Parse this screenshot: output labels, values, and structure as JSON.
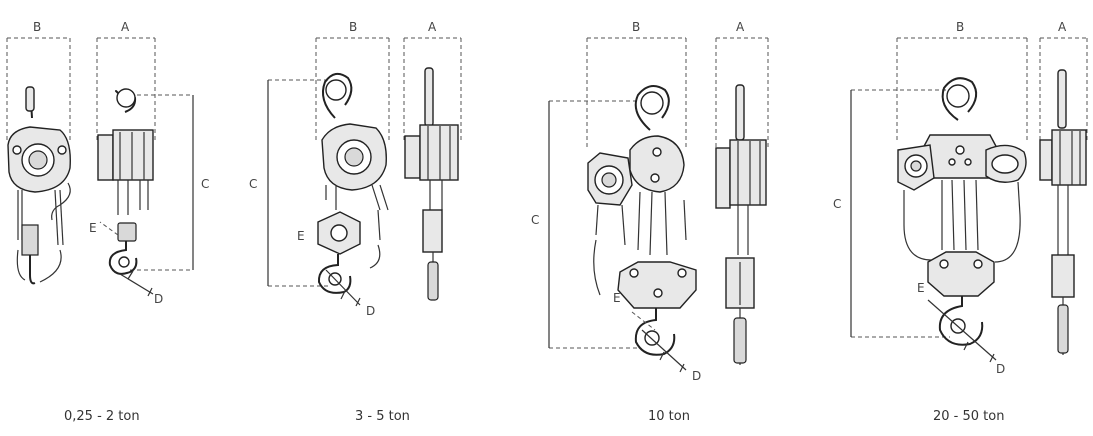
{
  "dimension_labels": {
    "A": "A",
    "B": "B",
    "C": "C",
    "D": "D",
    "E": "E"
  },
  "captions": [
    "0,25 - 2 ton",
    "3 - 5 ton",
    "10 ton",
    "20 - 50 ton"
  ]
}
